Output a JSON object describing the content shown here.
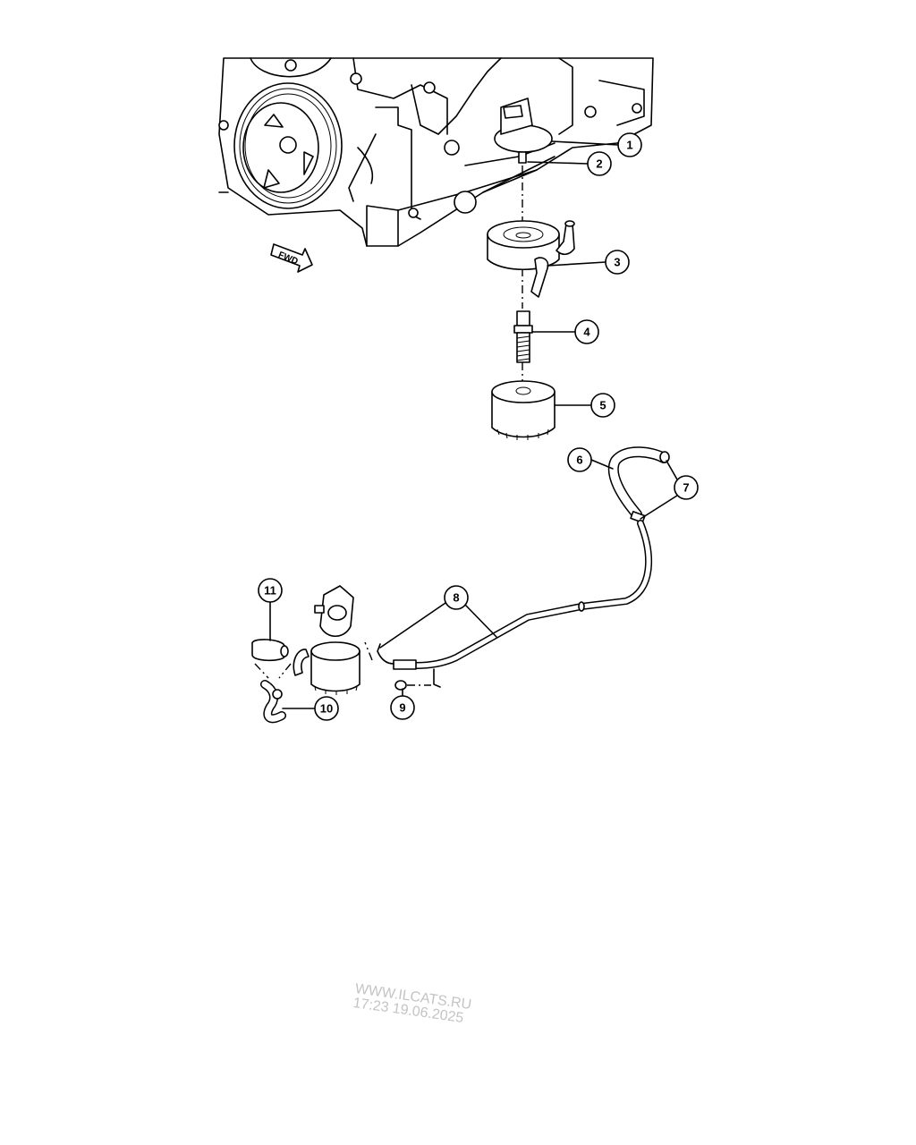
{
  "diagram": {
    "direction_label": "FWD",
    "callouts": [
      "1",
      "2",
      "3",
      "4",
      "5",
      "6",
      "7",
      "8",
      "9",
      "10",
      "11"
    ]
  },
  "watermark": {
    "line1": "WWW.ILCATS.RU",
    "line2": "17:23 19.06.2025"
  }
}
